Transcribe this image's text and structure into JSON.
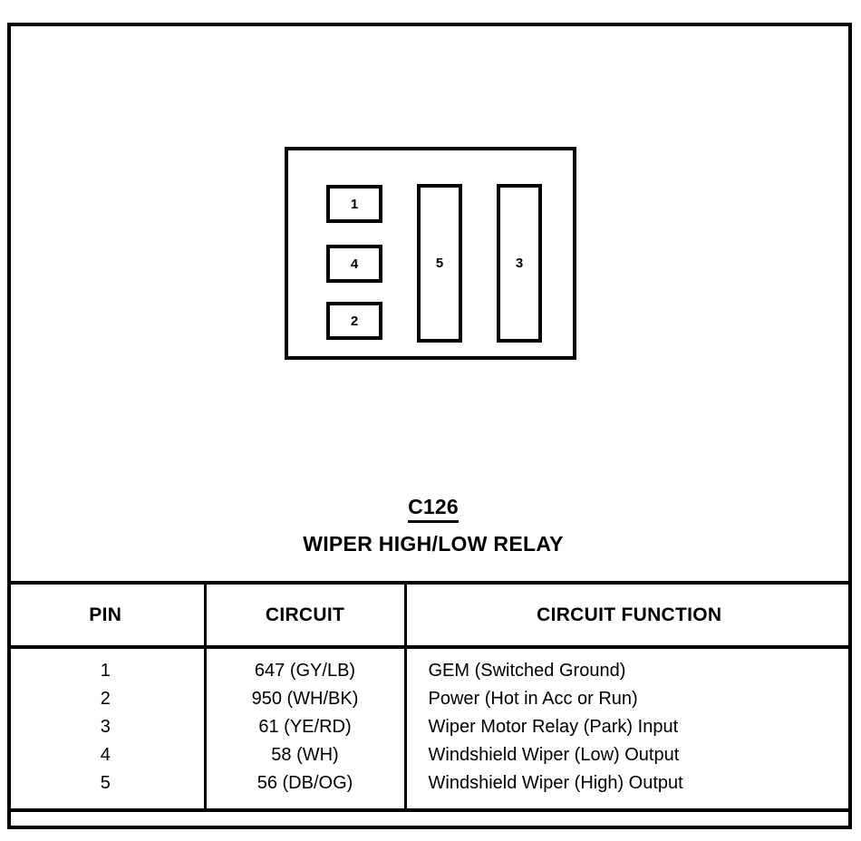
{
  "connector": {
    "id": "C126",
    "name": "WIPER HIGH/LOW RELAY",
    "terminals": [
      {
        "label": "1",
        "shape": "small"
      },
      {
        "label": "4",
        "shape": "small"
      },
      {
        "label": "2",
        "shape": "small"
      },
      {
        "label": "5",
        "shape": "tall"
      },
      {
        "label": "3",
        "shape": "tall"
      }
    ]
  },
  "table": {
    "headers": {
      "pin": "PIN",
      "circuit": "CIRCUIT",
      "function": "CIRCUIT FUNCTION"
    },
    "rows": [
      {
        "pin": "1",
        "circuit": "647 (GY/LB)",
        "function": "GEM (Switched Ground)"
      },
      {
        "pin": "2",
        "circuit": "950 (WH/BK)",
        "function": "Power (Hot in Acc or Run)"
      },
      {
        "pin": "3",
        "circuit": "61 (YE/RD)",
        "function": "Wiper Motor Relay (Park) Input"
      },
      {
        "pin": "4",
        "circuit": "58 (WH)",
        "function": "Windshield Wiper (Low) Output"
      },
      {
        "pin": "5",
        "circuit": "56 (DB/OG)",
        "function": "Windshield Wiper (High) Output"
      }
    ]
  },
  "colors": {
    "ink": "#000000",
    "background": "#ffffff"
  }
}
